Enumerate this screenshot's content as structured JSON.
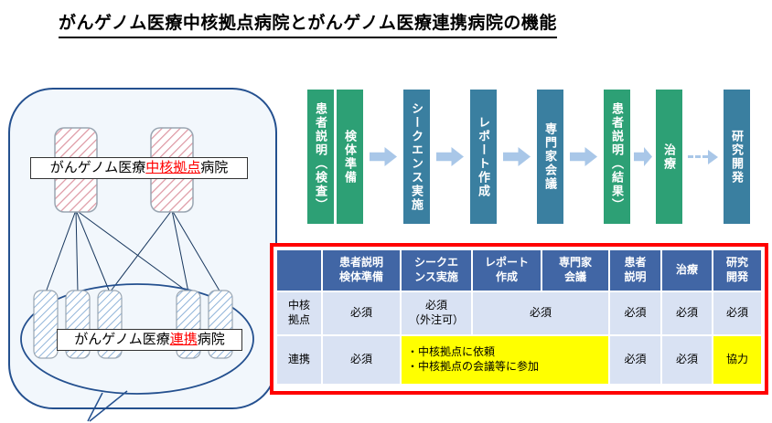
{
  "slide": {
    "title": "がんゲノム医療中核拠点病院とがんゲノム医療連携病院の機能"
  },
  "diagram": {
    "core_hospital_label": {
      "prefix": "がんゲノム医療",
      "highlight": "中核拠点",
      "suffix": "病院"
    },
    "liaison_hospital_label": {
      "prefix": "がんゲノム医療",
      "highlight": "連携",
      "suffix": "病院"
    }
  },
  "flow": {
    "steps": [
      {
        "label": "患者説明（検査）",
        "color": "green"
      },
      {
        "label": "検体準備",
        "color": "green"
      },
      {
        "label": "シークエンス実施",
        "color": "blue"
      },
      {
        "label": "レポート作成",
        "color": "blue"
      },
      {
        "label": "専門家会議",
        "color": "blue"
      },
      {
        "label": "患者説明（結果）",
        "color": "green"
      },
      {
        "label": "治療",
        "color": "green"
      },
      {
        "label": "研究開発",
        "color": "blue"
      }
    ],
    "colors": {
      "green": "#2DA075",
      "blue": "#3A7FA0",
      "arrow": "#A9C7E8"
    }
  },
  "table": {
    "headers": {
      "corner": "",
      "explain_prep": "患者説明\n検体準備",
      "sequence": "シークエ\nンス実施",
      "report": "レポート\n作成",
      "meeting": "専門家\n会議",
      "explain": "患者\n説明",
      "treatment": "治療",
      "rnd": "研究\n開発"
    },
    "core_row": {
      "header": "中核\n拠点",
      "explain_prep": "必須",
      "sequence": "必須\n（外注可）",
      "report_meeting": "必須",
      "explain": "必須",
      "treatment": "必須",
      "rnd": "必須"
    },
    "liaison_row": {
      "header": "連携",
      "explain_prep": "必須",
      "sequence_report_meeting": "・中核拠点に依頼\n・中核拠点の会議等に参加",
      "explain": "必須",
      "treatment": "必須",
      "rnd": "協力"
    },
    "colors": {
      "header_bg": "#4166A5",
      "cell_bg": "#D9E2F3",
      "highlight_bg": "#FFFF00",
      "frame": "#FF0000"
    }
  }
}
